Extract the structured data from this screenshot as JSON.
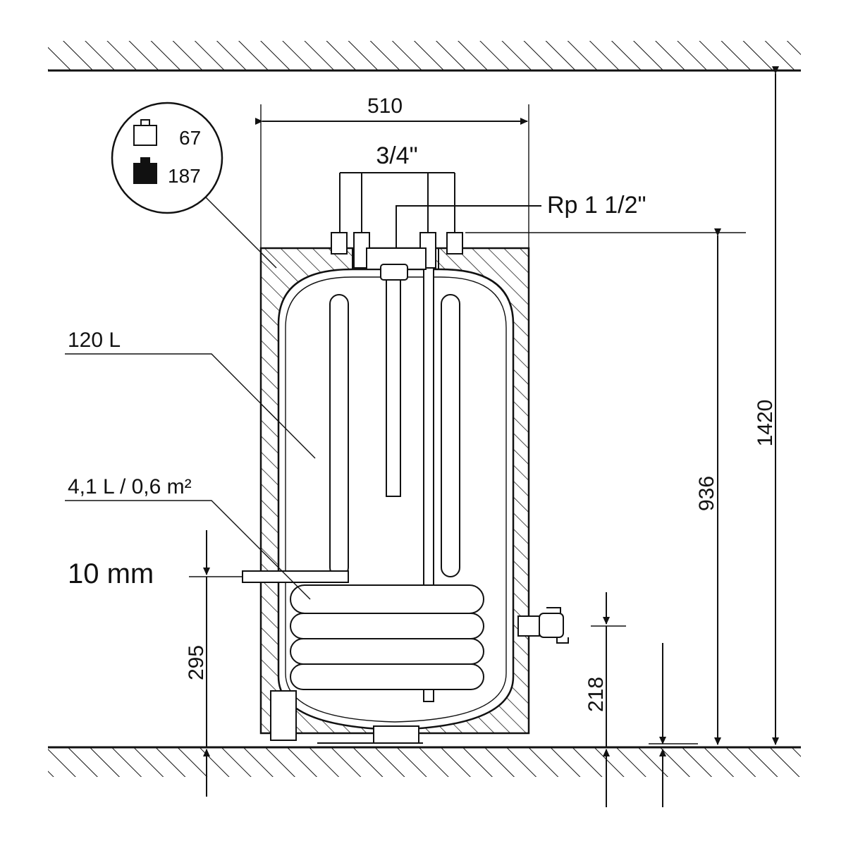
{
  "weights": {
    "empty_value": "67",
    "full_value": "187",
    "empty_icon": "empty-weight-icon",
    "full_icon": "full-weight-icon"
  },
  "dimensions": {
    "width": "510",
    "total_height": "1420",
    "height_to_connections": "936",
    "coil_inlet_height": "295",
    "drain_height": "218",
    "coil_pipe": "10 mm"
  },
  "connections": {
    "top_fittings": "3/4\"",
    "center_connection": "Rp 1 1/2\""
  },
  "capacities": {
    "tank_volume": "120 L",
    "coil": "4,1 L / 0,6 m²"
  },
  "colors": {
    "line": "#111111",
    "hatch_fill": "#ffffff",
    "tank_fill": "#ffffff"
  }
}
